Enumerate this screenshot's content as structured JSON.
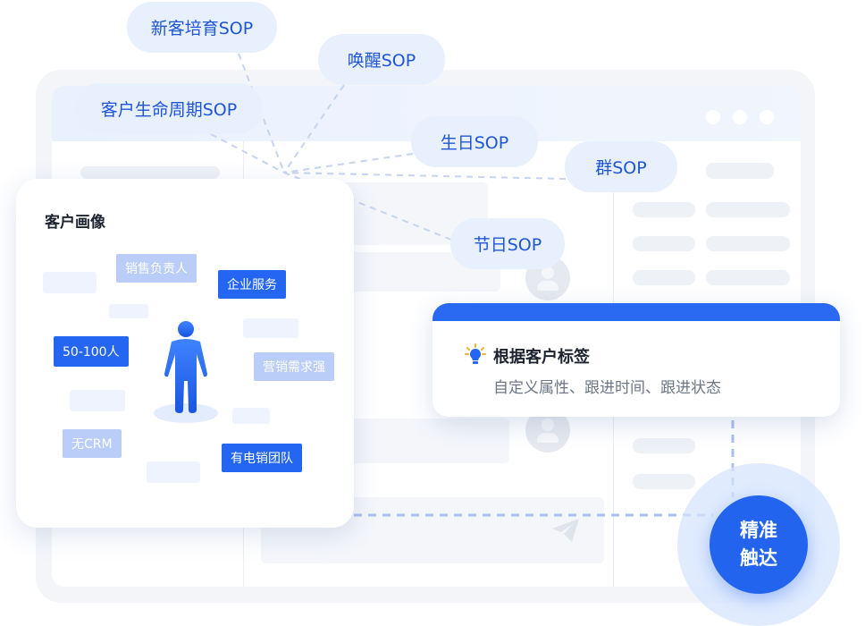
{
  "sop_bubbles": [
    {
      "label": "新客培育SOP"
    },
    {
      "label": "唤醒SOP"
    },
    {
      "label": "客户生命周期SOP"
    },
    {
      "label": "生日SOP"
    },
    {
      "label": "群SOP"
    },
    {
      "label": "节日SOP"
    }
  ],
  "portrait": {
    "title": "客户画像",
    "tags": [
      "销售负责人",
      "企业服务",
      "50-100人",
      "营销需求强",
      "无CRM",
      "有电销团队"
    ]
  },
  "label_card": {
    "title": "根据客户标签",
    "description": "自定义属性、跟进时间、跟进状态"
  },
  "reach": {
    "line1": "精准",
    "line2": "触达"
  },
  "colors": {
    "primary": "#2466f1",
    "soft": "#e8effd",
    "frame": "#f3f5f9"
  },
  "icons": [
    "person-icon",
    "lightbulb-icon",
    "send-icon",
    "window-dots-icon"
  ]
}
